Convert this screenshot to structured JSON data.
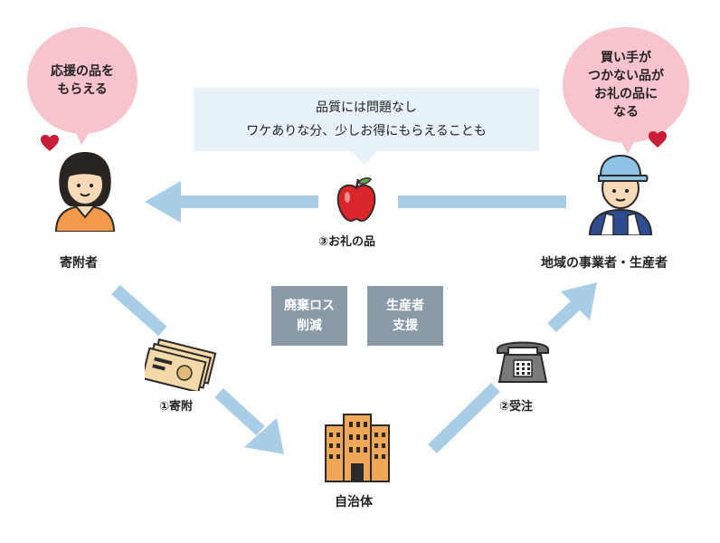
{
  "bubbles": {
    "left": "応援の品を\nもらえる",
    "right": "買い手が\nつかない品が\nお礼の品に\nなる"
  },
  "note": {
    "line1": "品質には問題なし",
    "line2": "ワケありな分、少しお得にもらえることも"
  },
  "actors": {
    "donor": "寄附者",
    "producer": "地域の事業者・生産者",
    "municipality": "自治体"
  },
  "steps": {
    "gift": "③お礼の品",
    "donation": "①寄附",
    "order": "②受注"
  },
  "tags": [
    {
      "line1": "廃棄ロス",
      "line2": "削減"
    },
    {
      "line1": "生産者",
      "line2": "支援"
    }
  ],
  "colors": {
    "arrow": "#a8cde6",
    "bubble": "#f7c3cc",
    "tag": "#8a9aa8",
    "note": "#e6f1f8",
    "heart": "#c81e3a"
  }
}
